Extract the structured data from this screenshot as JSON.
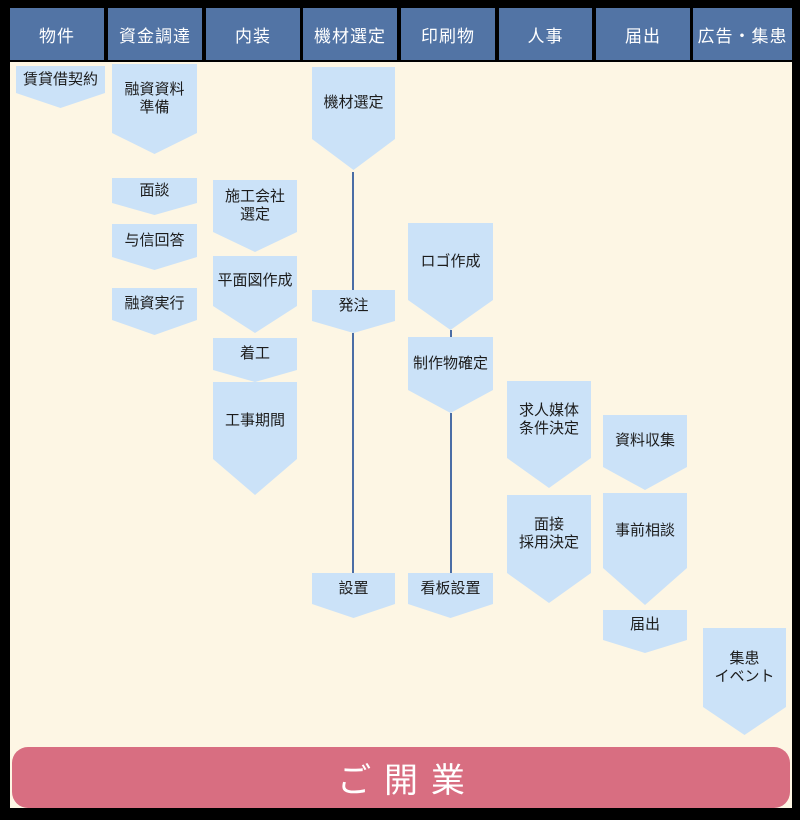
{
  "header": {
    "columns": [
      {
        "label": "物件"
      },
      {
        "label": "資金調達"
      },
      {
        "label": "内装"
      },
      {
        "label": "機材選定"
      },
      {
        "label": "印刷物"
      },
      {
        "label": "人事"
      },
      {
        "label": "届出"
      },
      {
        "label": "広告・集患"
      }
    ]
  },
  "flow": {
    "nodes": [
      {
        "label": "賃貸借契約"
      },
      {
        "label": "融資資料\n準備"
      },
      {
        "label": "面談"
      },
      {
        "label": "与信回答"
      },
      {
        "label": "融資実行"
      },
      {
        "label": "施工会社\n選定"
      },
      {
        "label": "平面図作成"
      },
      {
        "label": "着工"
      },
      {
        "label": "工事期間"
      },
      {
        "label": "機材選定"
      },
      {
        "label": "発注"
      },
      {
        "label": "設置"
      },
      {
        "label": "ロゴ作成"
      },
      {
        "label": "制作物確定"
      },
      {
        "label": "看板設置"
      },
      {
        "label": "求人媒体\n条件決定"
      },
      {
        "label": "面接\n採用決定"
      },
      {
        "label": "資料収集"
      },
      {
        "label": "事前相談"
      },
      {
        "label": "届出"
      },
      {
        "label": "集患\nイベント"
      }
    ]
  },
  "footer": {
    "label": "ご開業"
  },
  "colors": {
    "header_blue": "#5274A5",
    "node_blue": "#CBE2F8",
    "background_cream": "#FDF6E4",
    "footer_red": "#D86E81",
    "connector_blue": "#4A6DA5",
    "frame_black": "#000000",
    "header_text": "#FFFFFF",
    "node_text": "#1C1C1C"
  }
}
